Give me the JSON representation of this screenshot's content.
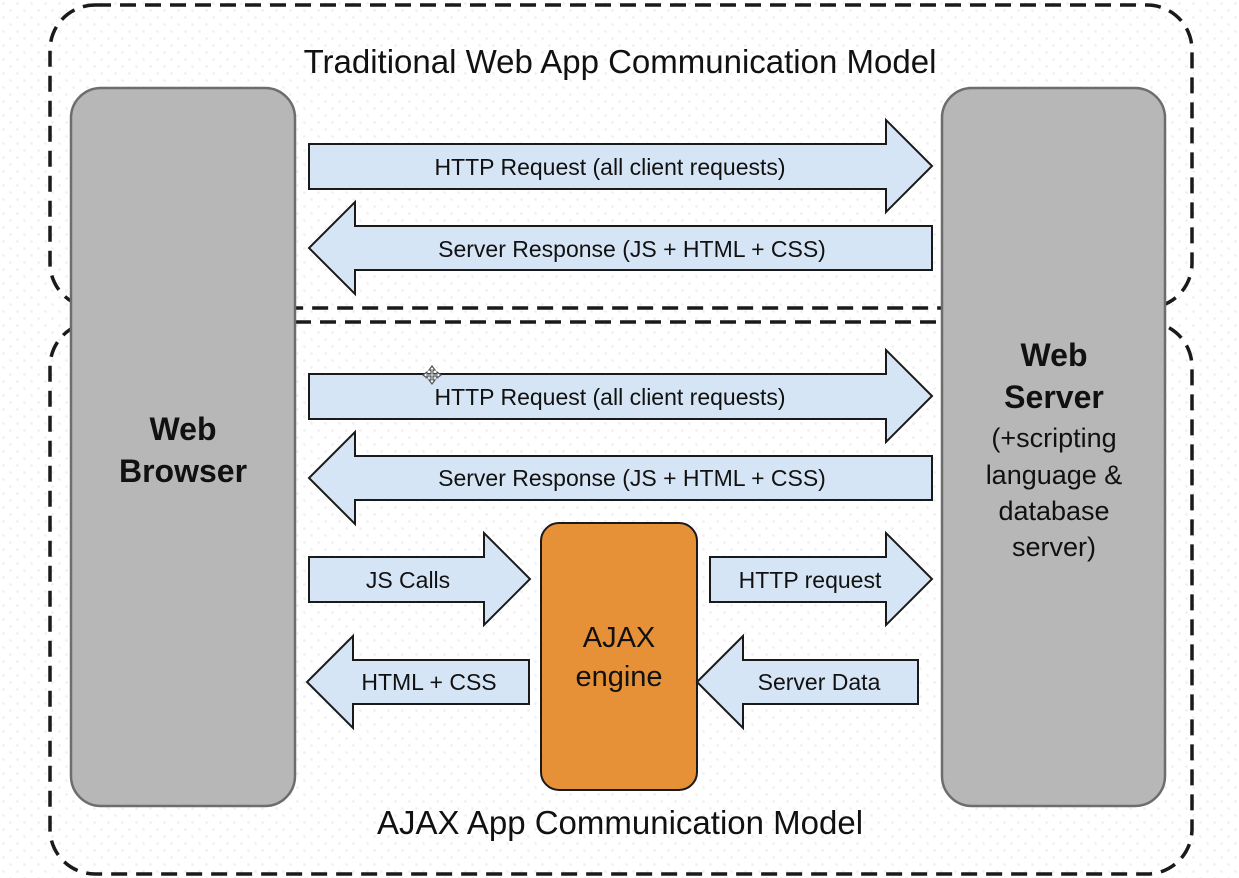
{
  "traditional_model": {
    "title": "Traditional Web App Communication Model",
    "request_label": "HTTP Request (all client requests)",
    "response_label": "Server Response (JS + HTML + CSS)"
  },
  "ajax_model": {
    "title": "AJAX App Communication Model",
    "request_label": "HTTP Request (all client requests)",
    "response_label": "Server Response (JS + HTML + CSS)",
    "js_calls_label": "JS Calls",
    "html_css_label": "HTML + CSS",
    "http_request_label": "HTTP request",
    "server_data_label": "Server Data"
  },
  "web_browser": {
    "line1": "Web",
    "line2": "Browser"
  },
  "web_server": {
    "title_line1": "Web",
    "title_line2": "Server",
    "detail_lines": [
      "(+scripting",
      "language &",
      "database",
      "server)"
    ]
  },
  "ajax_engine": {
    "line1": "AJAX",
    "line2": "engine"
  },
  "colors": {
    "arrow_fill": "#d6e5f5",
    "column_fill": "#b7b7b7",
    "engine_fill": "#e69138"
  }
}
